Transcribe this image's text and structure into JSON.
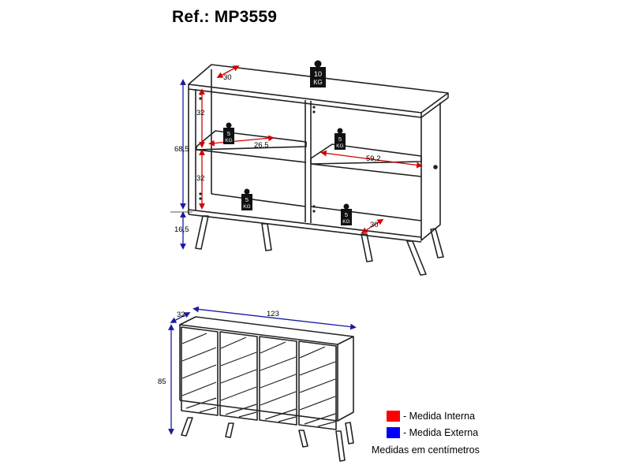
{
  "title": "Ref.: MP3559",
  "top_view": {
    "dims": {
      "depth_top": "30",
      "shelf_h_upper": "32",
      "shelf_h_lower": "32",
      "shelf_w_left": "26,5",
      "shelf_w_right": "59,2",
      "depth_bottom": "30",
      "body_height": "68,5",
      "leg_height": "16,5"
    },
    "weights": {
      "top": {
        "value": "10",
        "unit": "KG"
      },
      "left_shelf": {
        "value": "5",
        "unit": "KG"
      },
      "right_shelf": {
        "value": "5",
        "unit": "KG"
      },
      "left_bottom": {
        "value": "5",
        "unit": "KG"
      },
      "right_bottom": {
        "value": "5",
        "unit": "KG"
      }
    }
  },
  "bottom_view": {
    "dims": {
      "depth": "32",
      "width": "123",
      "height": "85"
    }
  },
  "legend": {
    "internal": {
      "label": "- Medida Interna",
      "color": "#ff0000"
    },
    "external": {
      "label": "- Medida Externa",
      "color": "#0000ff"
    },
    "note": "Medidas em centímetros"
  }
}
